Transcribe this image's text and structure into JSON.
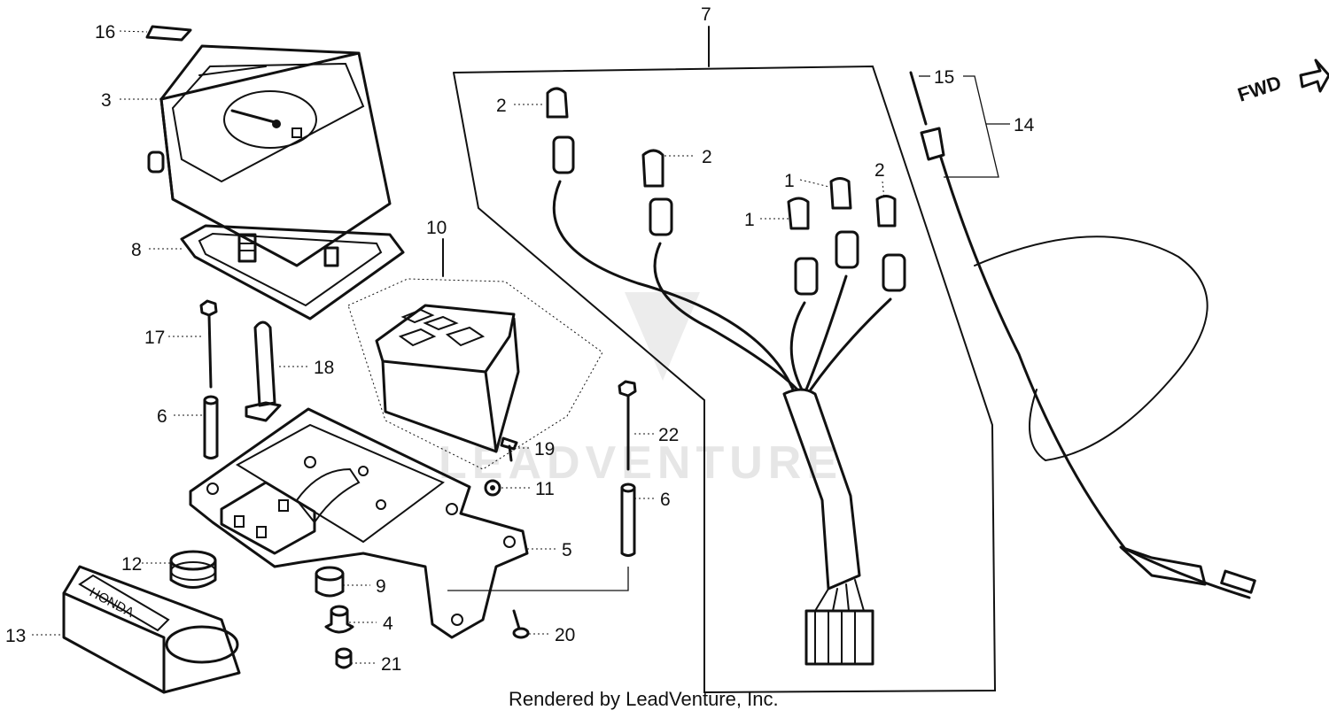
{
  "diagram": {
    "callouts": [
      "16",
      "3",
      "8",
      "10",
      "17",
      "18",
      "6",
      "19",
      "22",
      "11",
      "6",
      "5",
      "12",
      "9",
      "13",
      "4",
      "20",
      "21",
      "7",
      "2",
      "2",
      "1",
      "1",
      "2",
      "15",
      "14"
    ],
    "fwd_label": "FWD",
    "brand_text": "HONDA",
    "watermark": "LEADVENTURE",
    "footer": "Rendered by LeadVenture, Inc."
  }
}
